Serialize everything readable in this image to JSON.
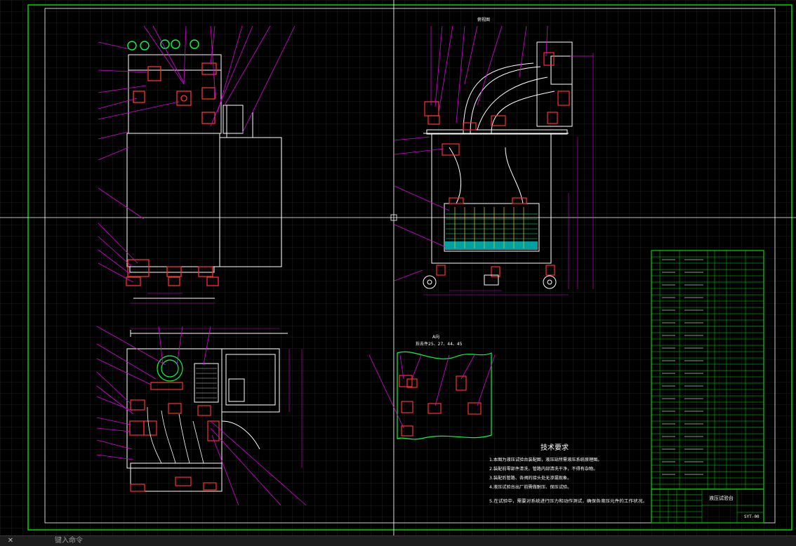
{
  "drawing": {
    "tech_requirements_title": "技术要求",
    "tech_requirements": [
      "1.本图为液压试验台装配图，液压站所需液压系统原理图。",
      "2.装配前零部件清洗，管路内部清洗干净，不得有杂物。",
      "3.装配后管路、各阀的接头处无渗漏现象。",
      "4.液压试验台出厂前需做耐压、保压试验。",
      "5.在试验中，需要对系统进行压力和动作测试，确保各液压元件的工作状况。"
    ],
    "view_label_a": "A向",
    "view_label_a_detail": "拆去件25、27、44、45",
    "top_label": "俯视图",
    "title_block": {
      "company": "",
      "drawing_name": "液压试验台",
      "drawing_no": "SYT-00"
    }
  },
  "colors": {
    "border": "#00d800",
    "part_outline": "#ffffff",
    "leader": "#e000e0",
    "component": "#ff3030",
    "dimension": "#e000e0",
    "crosshair": "#ffffff"
  },
  "command_bar": {
    "close_symbol": "✕",
    "prompt": "键入命令"
  }
}
